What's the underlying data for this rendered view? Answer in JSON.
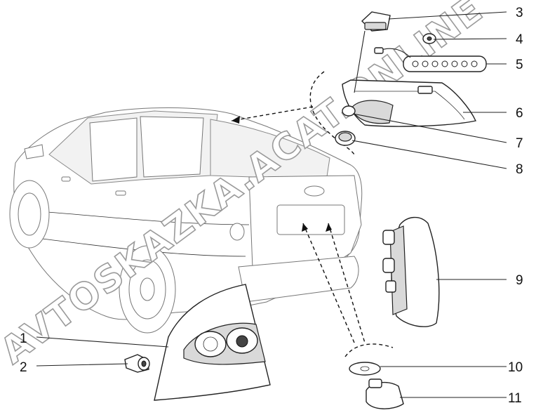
{
  "watermark": "AVTOSKAZKA.ACAT.ONLINE",
  "callouts": [
    {
      "num": "1",
      "part": "rear-lamp-left"
    },
    {
      "num": "2",
      "part": "lamp-socket"
    },
    {
      "num": "3",
      "part": "plate-light"
    },
    {
      "num": "4",
      "part": "nut"
    },
    {
      "num": "5",
      "part": "high-stop-lamp"
    },
    {
      "num": "6",
      "part": "spoiler"
    },
    {
      "num": "7",
      "part": "grommet"
    },
    {
      "num": "8",
      "part": "plug"
    },
    {
      "num": "9",
      "part": "rear-lamp-right"
    },
    {
      "num": "10",
      "part": "gasket"
    },
    {
      "num": "11",
      "part": "lamp-holder"
    }
  ]
}
